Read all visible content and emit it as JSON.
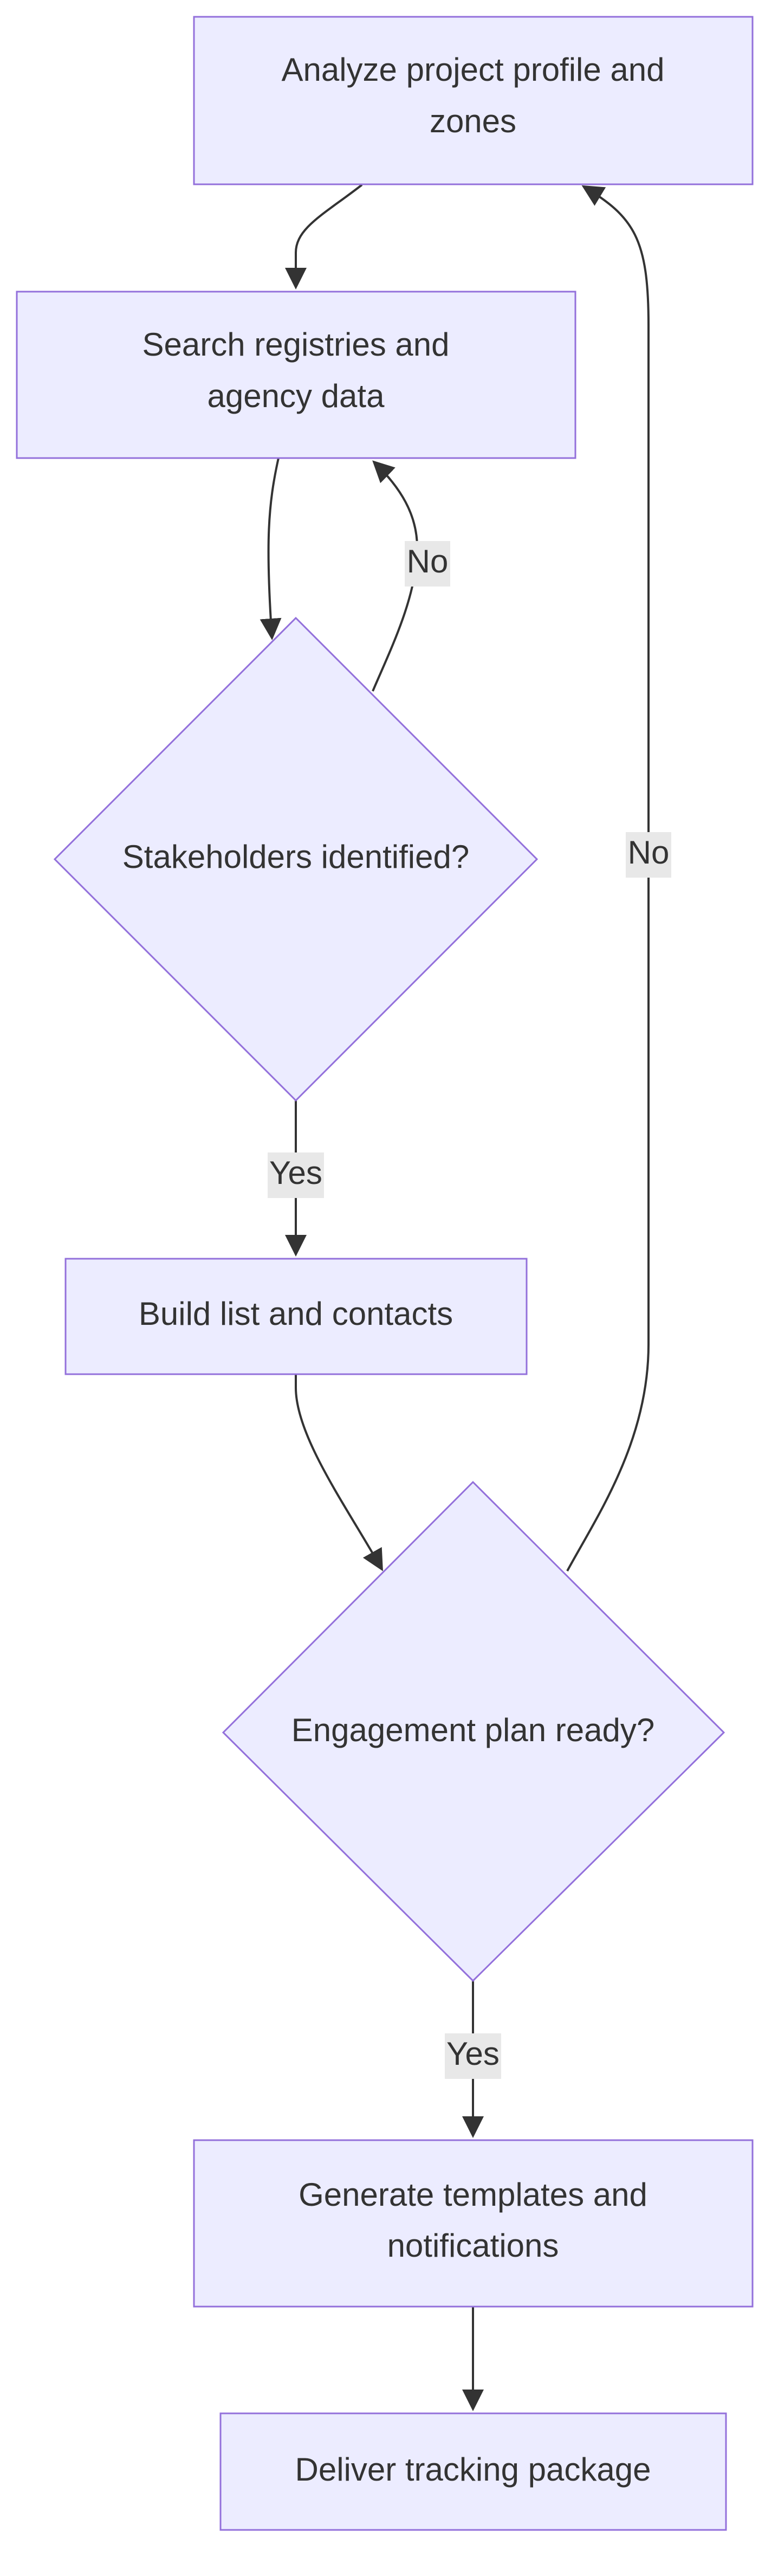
{
  "nodes": {
    "analyze": {
      "lines": [
        "Analyze project profile and",
        "zones"
      ]
    },
    "search": {
      "lines": [
        "Search registries and",
        "agency data"
      ]
    },
    "stakeholders_decision": {
      "lines": [
        "Stakeholders identified?"
      ]
    },
    "build_list": {
      "lines": [
        "Build list and contacts"
      ]
    },
    "engagement_decision": {
      "lines": [
        "Engagement plan ready?"
      ]
    },
    "generate": {
      "lines": [
        "Generate templates and",
        "notifications"
      ]
    },
    "deliver": {
      "lines": [
        "Deliver tracking package"
      ]
    }
  },
  "edges": {
    "stakeholders_no": "No",
    "stakeholders_yes": "Yes",
    "engagement_no": "No",
    "engagement_yes": "Yes"
  }
}
